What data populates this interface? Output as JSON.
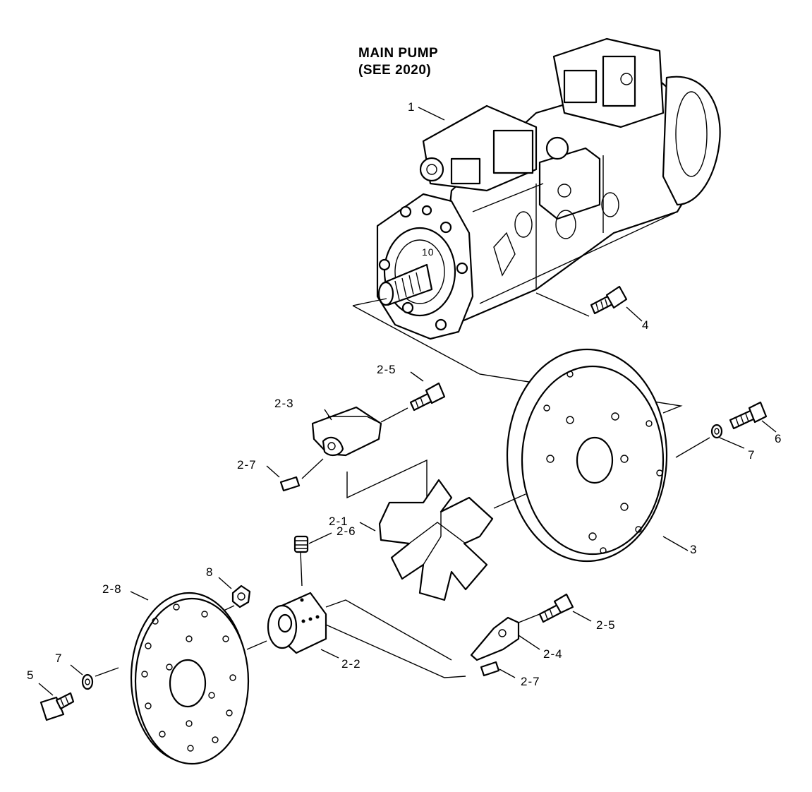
{
  "title": {
    "line1": "MAIN PUMP",
    "line2": "(SEE  2020)"
  },
  "pump_marker": "10",
  "labels": {
    "p1": "1",
    "p2_1": "2-1",
    "p2_2": "2-2",
    "p2_3": "2-3",
    "p2_4": "2-4",
    "p2_5a": "2-5",
    "p2_5b": "2-5",
    "p2_6": "2-6",
    "p2_7a": "2-7",
    "p2_7b": "2-7",
    "p2_8": "2-8",
    "p3": "3",
    "p4": "4",
    "p5": "5",
    "p6": "6",
    "p7a": "7",
    "p7b": "7",
    "p8": "8"
  }
}
